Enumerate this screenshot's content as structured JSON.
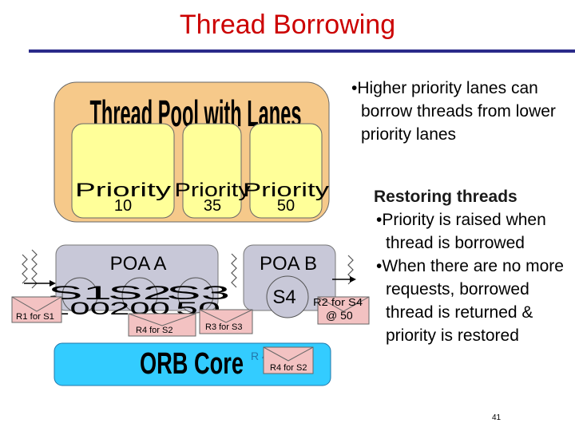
{
  "slide": {
    "title": "Thread Borrowing",
    "page_number": "41"
  },
  "bullets_top": [
    "Higher priority lanes can borrow threads from lower priority lanes"
  ],
  "restore": {
    "heading": "Restoring threads",
    "bullets": [
      "Priority is raised when thread is borrowed",
      "When there are no more requests, borrowed thread is returned & priority is restored"
    ]
  },
  "diagram": {
    "pool_title": "Thread Pool with Lanes",
    "lanes": [
      {
        "label": "Priority",
        "value": "10"
      },
      {
        "label": "Priority",
        "value": "35"
      },
      {
        "label": "Priority",
        "value": "50"
      }
    ],
    "poa_a": "POA A",
    "poa_b": "POA B",
    "orb_core": "ORB Core",
    "servants_a": [
      {
        "name": "S1",
        "value": "100"
      },
      {
        "name": "S2",
        "value": "200"
      },
      {
        "name": "S3",
        "value": "50"
      }
    ],
    "servant_b": "S4",
    "requests": {
      "r1": "R1 for S1",
      "r4a": "R4 for S2",
      "r3": "R3 for S3",
      "r2": "R2 for S4",
      "r2_priority": "@ 50",
      "r4b": "R4 for S2",
      "r4b_ghost": "R 4"
    },
    "colors": {
      "pool_fill": "#f6c98a",
      "lane_fill": "#ffff99",
      "poa_fill": "#c8c8d8",
      "orb_fill": "#33ccff",
      "request_fill": "#f3c2c2",
      "title_red": "#cc0000",
      "rule_blue": "#2b2b8a"
    }
  }
}
